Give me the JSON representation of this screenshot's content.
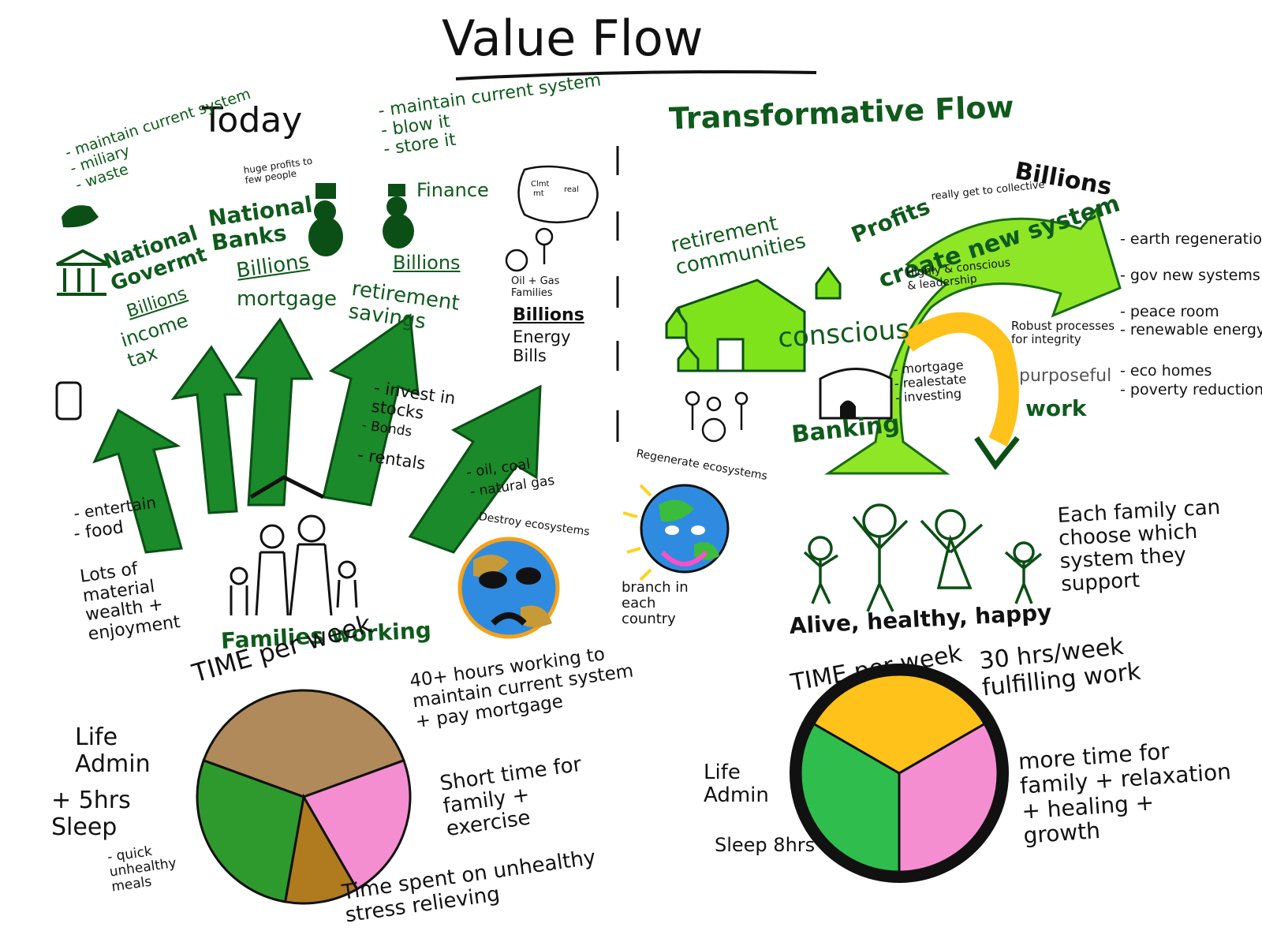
{
  "title": "Value Flow",
  "today": {
    "heading": "Today",
    "military": [
      "- maintain current system",
      "- miliary",
      "- waste"
    ],
    "government": {
      "name": "National Govermt",
      "billions": "Billions",
      "income_tax": "income tax"
    },
    "banks": {
      "note": "huge profits to few people",
      "name": "National Banks",
      "billions": "Billions",
      "mortgage": "mortgage"
    },
    "finance": {
      "list": [
        "- maintain current system",
        "- blow it",
        "- store it"
      ],
      "name": "Finance",
      "billions": "Billions",
      "retirement": "retirement savings"
    },
    "oil": {
      "cloud": [
        "Clmt",
        "mt"
      ],
      "cloud2": "real",
      "families": "Oil + Gas Families",
      "billions": "Billions",
      "bills": "Energy Bills"
    },
    "arrows": {
      "entertain": "- entertain",
      "food": "- food",
      "invest": "- invest in stocks",
      "bonds": "- Bonds",
      "rentals": "- rentals",
      "oil_coal": "- oil, coal",
      "gas": "- natural gas"
    },
    "destroy": "Destroy ecosystems",
    "material": "Lots of material wealth + enjoyment",
    "families_working": "Families working",
    "time_title": "TIME per week",
    "pie_labels": {
      "life_admin": "Life Admin",
      "sleep": "+ 5hrs Sleep",
      "meals": "- quick unhealthy meals",
      "hours": "40+ hours working to maintain current system + pay mortgage",
      "short": "Short time for family + exercise",
      "stress": "Time spent on unhealthy stress relieving"
    }
  },
  "transform": {
    "heading": "Transformative Flow",
    "billions": "Billions",
    "profits": "Profits",
    "collective": "really get to collective",
    "create": "create new system",
    "leadership": "Highly & conscious & leadership",
    "retirement": "retirement communities",
    "conscious": "conscious",
    "banking": "Banking",
    "banking_list": [
      "- mortgage",
      "- realestate",
      "- investing"
    ],
    "robust": "Robust processes for integrity",
    "purposeful": "purposeful",
    "work": "work",
    "outcomes": [
      "- earth regeneration",
      "- gov new systems",
      "- peace room",
      "- renewable energy systems",
      "- eco homes",
      "- poverty reduction"
    ],
    "regenerate": "Regenerate ecosystems",
    "branch": "branch in each country",
    "alive": "Alive, healthy, happy",
    "choose": "Each family can choose which system they support",
    "time_title": "TIME per week",
    "pie_labels": {
      "hours": "30 hrs/week fulfilling work",
      "life_admin": "Life Admin",
      "sleep": "Sleep 8hrs",
      "more": "more time for family + relaxation + healing + growth"
    }
  },
  "colors": {
    "dark_green": "#0f6b1f",
    "light_green": "#7fe31c",
    "yellow": "#ffc21a",
    "pink": "#f58ed0",
    "brown": "#b08a5a",
    "orange": "#f5b31a",
    "blue": "#2f8be0"
  }
}
